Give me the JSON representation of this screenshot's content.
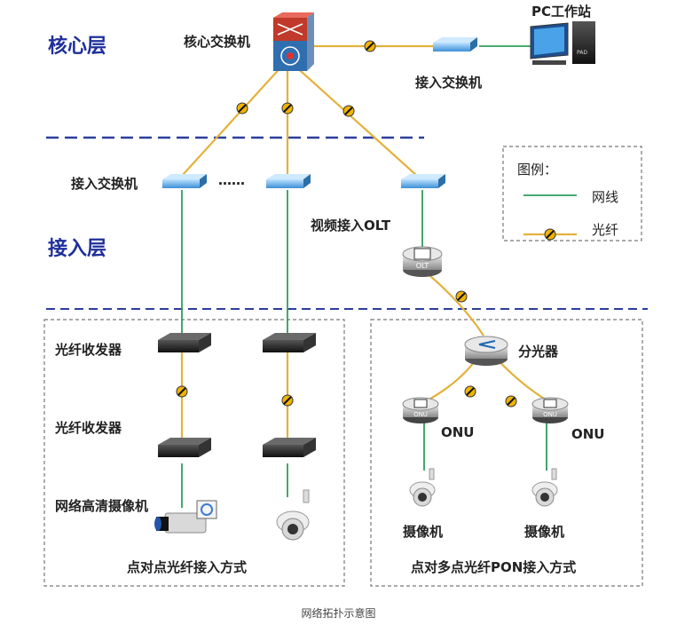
{
  "layers": {
    "core": "核心层",
    "access": "接入层"
  },
  "devices": {
    "core_switch": "核心交换机",
    "pc": "PC工作站",
    "access_switch_top": "接入交换机",
    "access_switch_left": "接入交换机",
    "ellipsis": "……",
    "video_olt": "视频接入OLT",
    "olt_badge": "OLT",
    "transceiver_1": "光纤收发器",
    "transceiver_2": "光纤收发器",
    "hd_camera": "网络高清摄像机",
    "splitter": "分光器",
    "onu_left": "ONU",
    "onu_right": "ONU",
    "onu_badge": "ONU",
    "camera_left": "摄像机",
    "camera_right": "摄像机",
    "pc_badge": "PAD"
  },
  "zones": {
    "p2p": "点对点光纤接入方式",
    "pon": "点对多点光纤PON接入方式"
  },
  "legend": {
    "title": "图例：",
    "cable": "网线",
    "fiber": "光纤"
  },
  "caption": "网络拓扑示意图",
  "colors": {
    "cable": "#2e9e5b",
    "fiber": "#e3b23c",
    "layer_text": "#1f2f9a",
    "divider": "#2b3f9e"
  }
}
